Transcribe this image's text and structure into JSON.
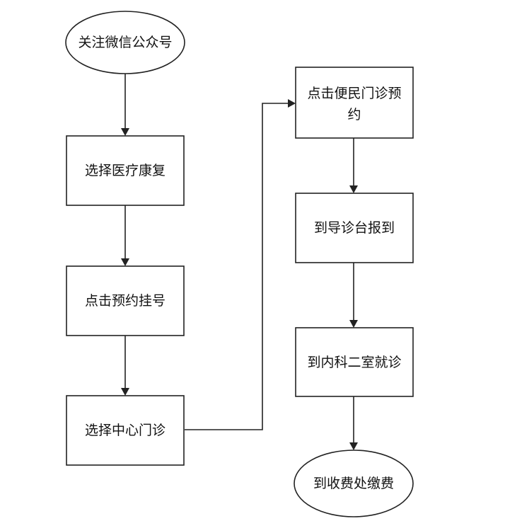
{
  "nodes": {
    "follow": {
      "label": "关注微信公众号",
      "shape": "ellipse"
    },
    "select_medical": {
      "label": "选择医疗康复",
      "shape": "rect"
    },
    "click_reserve": {
      "label": "点击预约挂号",
      "shape": "rect"
    },
    "select_center": {
      "label": "选择中心门诊",
      "shape": "rect"
    },
    "click_clinic_line1": {
      "label": "点击便民门诊预",
      "shape": "rect"
    },
    "click_clinic_line2": {
      "label": "约"
    },
    "checkin": {
      "label": "到导诊台报到",
      "shape": "rect"
    },
    "visit": {
      "label": "到内科二室就诊",
      "shape": "rect"
    },
    "pay": {
      "label": "到收费处缴费",
      "shape": "ellipse"
    }
  },
  "edges": [
    {
      "from": "follow",
      "to": "select_medical"
    },
    {
      "from": "select_medical",
      "to": "click_reserve"
    },
    {
      "from": "click_reserve",
      "to": "select_center"
    },
    {
      "from": "select_center",
      "to": "click_clinic"
    },
    {
      "from": "click_clinic",
      "to": "checkin"
    },
    {
      "from": "checkin",
      "to": "visit"
    },
    {
      "from": "visit",
      "to": "pay"
    }
  ]
}
